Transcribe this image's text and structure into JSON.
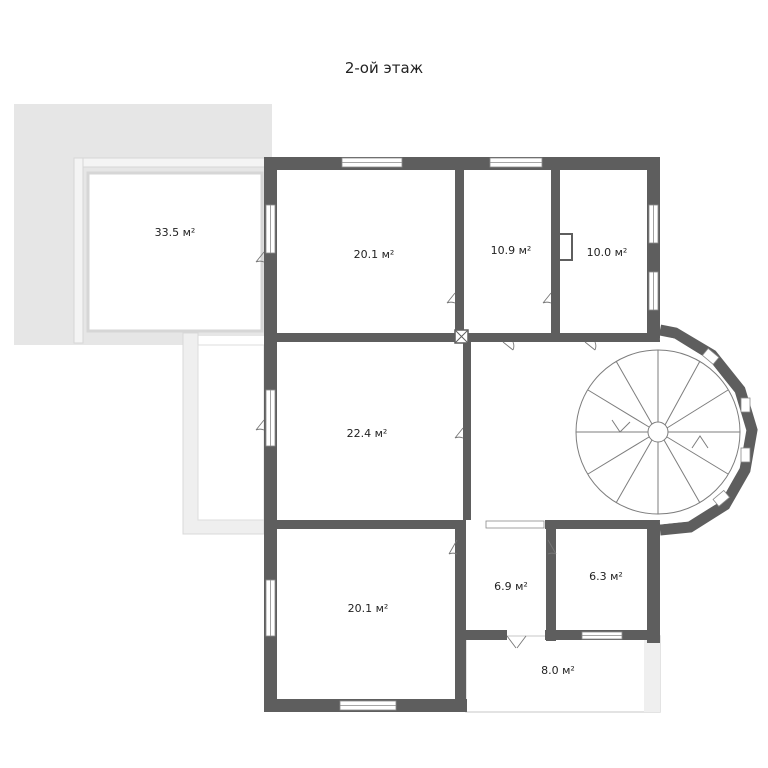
{
  "title": "2-ой этаж",
  "rooms": [
    {
      "id": "room-terrace",
      "area": "33.5 м²"
    },
    {
      "id": "room-nw",
      "area": "20.1 м²"
    },
    {
      "id": "room-n-small1",
      "area": "10.9 м²"
    },
    {
      "id": "room-n-small2",
      "area": "10.0 м²"
    },
    {
      "id": "room-center",
      "area": "22.4 м²"
    },
    {
      "id": "room-sw",
      "area": "20.1 м²"
    },
    {
      "id": "room-s-small1",
      "area": "6.9 м²"
    },
    {
      "id": "room-s-small2",
      "area": "6.3 м²"
    },
    {
      "id": "room-balcony",
      "area": "8.0 м²"
    }
  ],
  "colors": {
    "wall": "#5e5e5e",
    "terrace_fill": "#e6e6e6",
    "balcony_fill": "#efefef",
    "window_stroke": "#8a8a8a"
  }
}
